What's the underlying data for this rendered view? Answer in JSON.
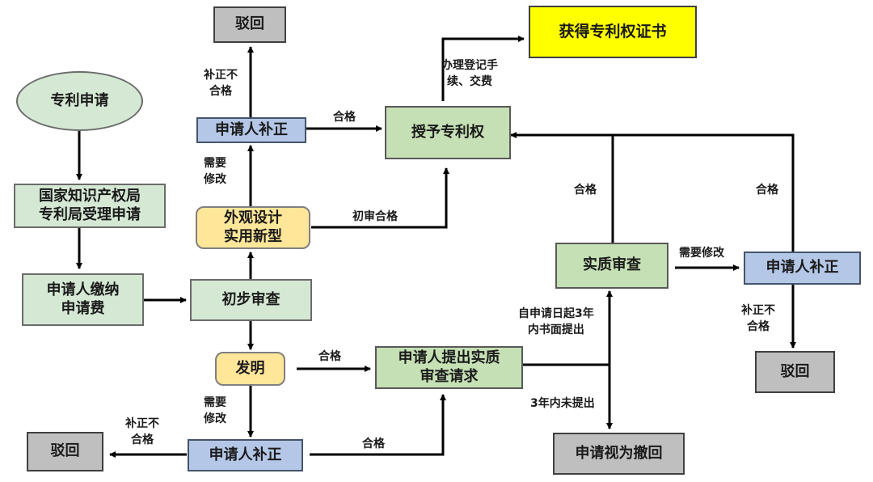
{
  "nodes": {
    "patent_application": "专利申请",
    "cnipa_accept": "国家知识产权局\n专利局受理申请",
    "pay_fee": "申请人缴纳\n申请费",
    "preliminary_exam": "初步审查",
    "design_utility": "外观设计\n实用新型",
    "invention": "发明",
    "correction_top": "申请人补正",
    "reject_top": "驳回",
    "grant_patent": "授予专利权",
    "certificate": "获得专利权证书",
    "substantive_request": "申请人提出实质\n审查请求",
    "substantive_exam": "实质审查",
    "correction_right": "申请人补正",
    "reject_right": "驳回",
    "deemed_withdrawn": "申请视为撤回",
    "correction_bottom": "申请人补正",
    "reject_bottom": "驳回"
  },
  "edge_labels": {
    "top_fail": "补正不\n合格",
    "top_pass": "合格",
    "top_need_modify": "需要\n修改",
    "prelim_pass": "初审合格",
    "register_fee": "办理登记手\n续、交费",
    "subst_pass": "合格",
    "right_pass": "合格",
    "subst_need_modify": "需要修改",
    "right_fail": "补正不\n合格",
    "within_3y": "自申请日起3年\n内书面提出",
    "not_within_3y": "3年内未提出",
    "invention_pass": "合格",
    "invention_need_modify": "需要\n修改",
    "bottom_fail": "补正不\n合格",
    "bottom_pass": "合格"
  },
  "colors": {
    "green": "#d5e8d4",
    "blue": "#b4c7e7",
    "gray": "#bfbfbf",
    "yellow": "#ffff00",
    "orange": "#ffe699"
  }
}
